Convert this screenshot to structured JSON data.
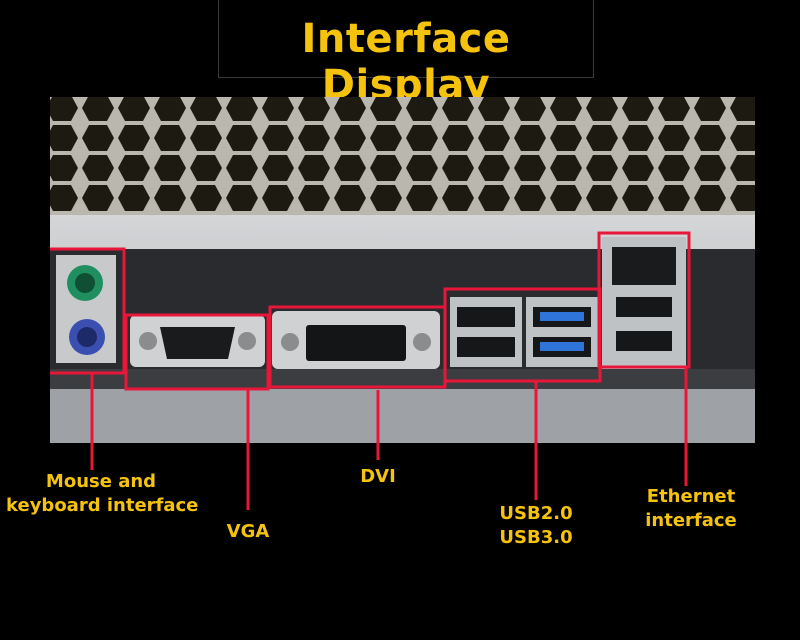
{
  "title": "Interface Display",
  "labels": {
    "mouse_keyboard": [
      "Mouse and",
      "keyboard interface"
    ],
    "vga": "VGA",
    "dvi": "DVI",
    "usb": [
      "USB2.0",
      "USB3.0"
    ],
    "ethernet": [
      "Ethernet",
      "interface"
    ]
  },
  "colors": {
    "title": "#f5c30e",
    "callout": "#e8173a",
    "background": "#000000"
  }
}
